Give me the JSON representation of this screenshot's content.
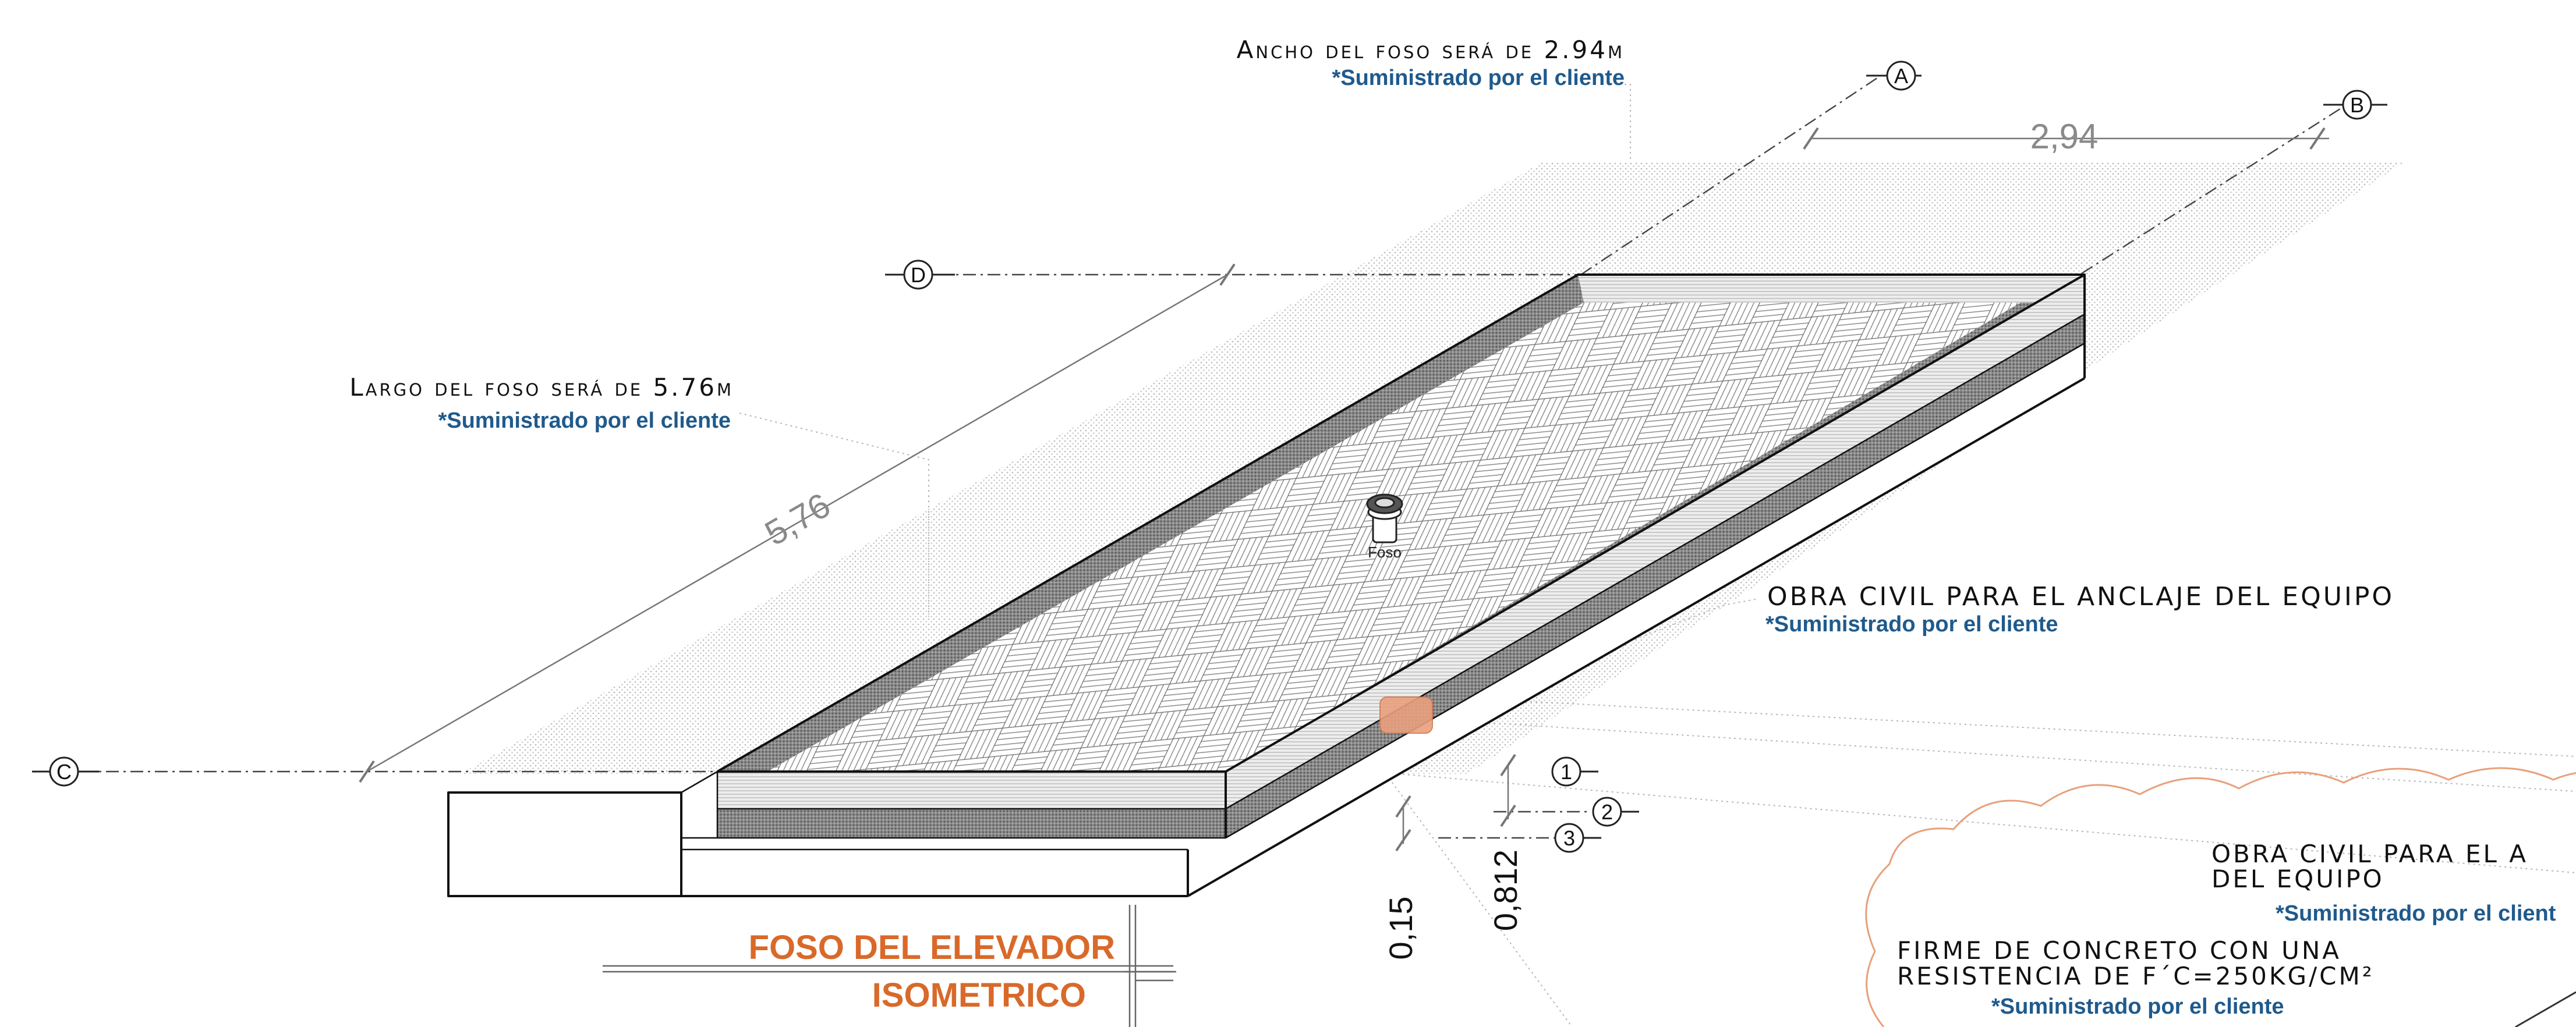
{
  "colors": {
    "supply_text": "#1f5a8c",
    "title_text": "#d9692a",
    "line": "#111111",
    "hatch": "#9a9a9a",
    "cloud": "#e8a07a",
    "anchor_fill": "#e9a07e"
  },
  "notes": {
    "width": {
      "label": "Ancho del foso será de 2.94m",
      "supply": "*Suministrado por el cliente"
    },
    "length": {
      "label": "Largo del foso será de 5.76m",
      "supply": "*Suministrado por el cliente"
    },
    "anchor": {
      "label": "OBRA CIVIL PARA EL ANCLAJE DEL EQUIPO",
      "supply": "*Suministrado por el cliente"
    },
    "anchor_cloud": {
      "line1": "OBRA CIVIL PARA EL A",
      "line2": "DEL EQUIPO",
      "supply": "*Suministrado por el client"
    },
    "concrete": {
      "line1": "FIRME DE CONCRETO CON UNA",
      "line2": "RESISTENCIA DE F´C=250KG/CM²",
      "supply": "*Suministrado por el cliente"
    }
  },
  "dimensions": {
    "width": "2,94",
    "length": "5,76",
    "depth_a": "0,15",
    "depth_b": "0,812"
  },
  "grid_axes": [
    "A",
    "B",
    "C",
    "D"
  ],
  "levels": [
    "1",
    "2",
    "3"
  ],
  "component_label": "Foso",
  "title": {
    "line1": "FOSO DEL ELEVADOR",
    "line2": "ISOMETRICO"
  }
}
